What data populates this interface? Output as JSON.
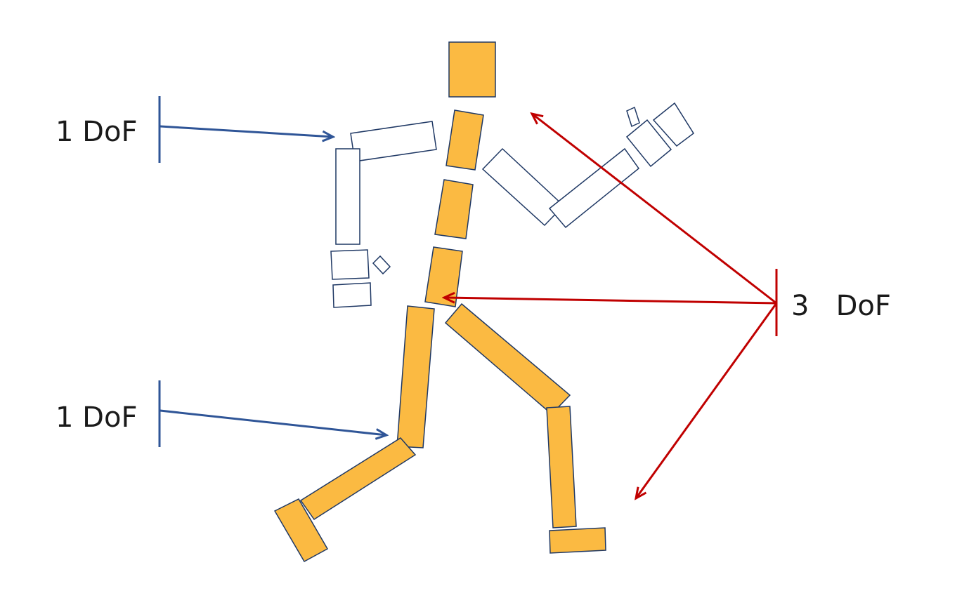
{
  "labels": {
    "top_left": "1 DoF",
    "bottom_left": "1 DoF",
    "right": "3   DoF"
  },
  "colors": {
    "limb_fill": "#FBBA42",
    "limb_stroke": "#1F3864",
    "blue_arrow": "#2F5597",
    "red_arrow": "#C00000",
    "outline_stroke": "#1F3864",
    "background": "#FFFFFF"
  }
}
